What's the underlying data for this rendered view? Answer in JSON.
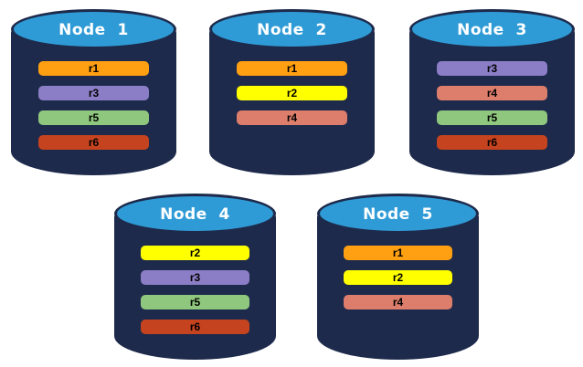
{
  "diagram": {
    "type": "database-replica-distribution",
    "background": "#FFFFFF",
    "colors": {
      "cylinder_body": "#1D2A4B",
      "cylinder_top_fill": "#2F9BD6",
      "cylinder_top_border": "#1D2A4B",
      "node_label_text": "#FFFFFF",
      "replica_label_text": "#000000"
    },
    "replica_colors": {
      "r1": "#FFA012",
      "r2": "#FFFF00",
      "r3": "#8B7EC6",
      "r4": "#DD7E6C",
      "r5": "#8FC77E",
      "r6": "#C5431F"
    },
    "nodes": [
      {
        "label": "Node  1",
        "replicas": [
          "r1",
          "r3",
          "r5",
          "r6"
        ]
      },
      {
        "label": "Node  2",
        "replicas": [
          "r1",
          "r2",
          "r4"
        ]
      },
      {
        "label": "Node  3",
        "replicas": [
          "r3",
          "r4",
          "r5",
          "r6"
        ]
      },
      {
        "label": "Node  4",
        "replicas": [
          "r2",
          "r3",
          "r5",
          "r6"
        ]
      },
      {
        "label": "Node  5",
        "replicas": [
          "r1",
          "r2",
          "r4"
        ]
      }
    ]
  }
}
